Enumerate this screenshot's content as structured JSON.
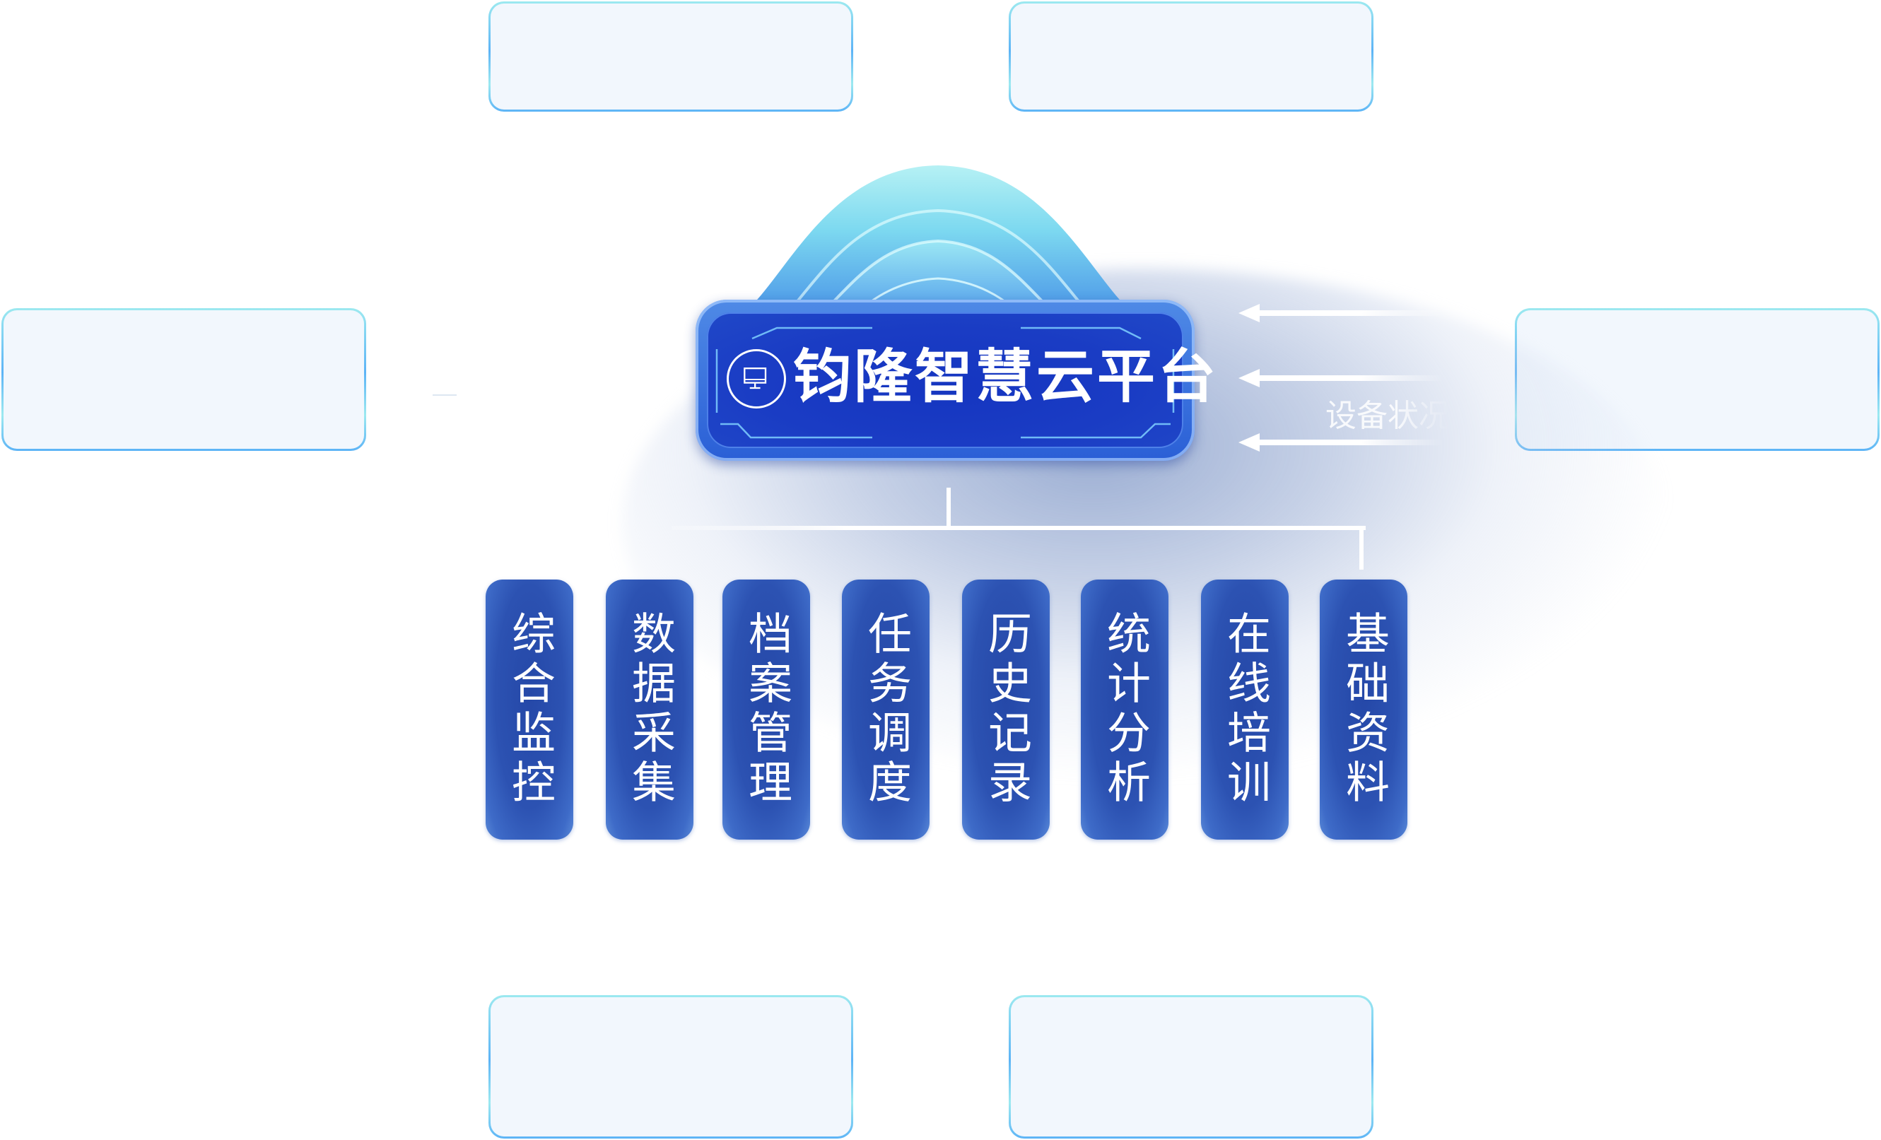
{
  "platform": {
    "title": "钧隆智慧云平台",
    "icon": "monitor-icon"
  },
  "modules": [
    {
      "label": "综合监控"
    },
    {
      "label": "数据采集"
    },
    {
      "label": "档案管理"
    },
    {
      "label": "任务调度"
    },
    {
      "label": "历史记录"
    },
    {
      "label": "统计分析"
    },
    {
      "label": "在线培训"
    },
    {
      "label": "基础资料"
    }
  ],
  "inputs": {
    "arrow_count": 3,
    "label": "设备状况"
  },
  "cards": {
    "top_left": "",
    "top_right": "",
    "left": "",
    "right": "",
    "bottom_left": "",
    "bottom_right": ""
  },
  "colors": {
    "plate_blue": "#1a3cc4",
    "module_blue": "#2c52b2",
    "card_fill": "#f2f7fd",
    "card_border_cyan": "#9ce9f0",
    "card_border_blue": "#5db4f6",
    "dome_cyan": "#8fe6f2"
  }
}
